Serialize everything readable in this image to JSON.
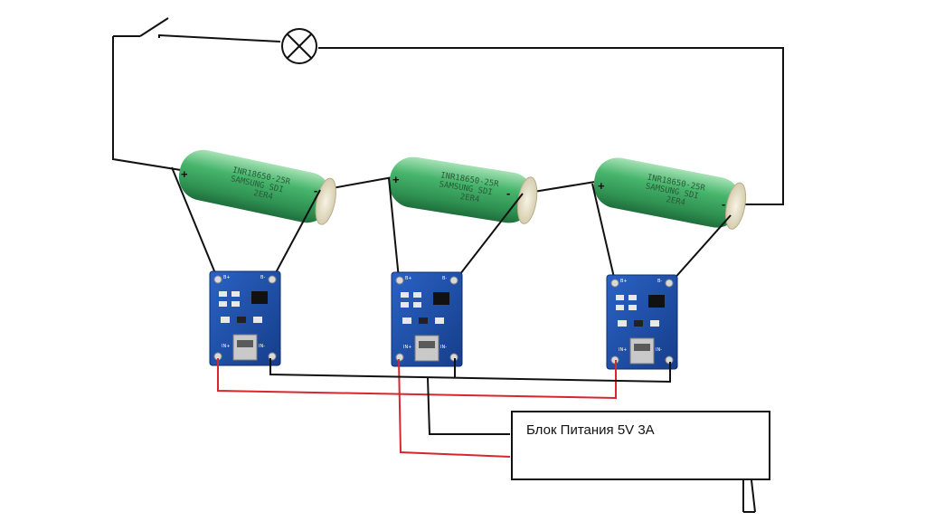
{
  "power_supply": {
    "label": "Блок Питания 5V 3A"
  },
  "batteries": [
    {
      "line1": "INR18650-25R",
      "line2": "SAMSUNG SDI",
      "line3": "2ER4",
      "plus": "+",
      "minus": "-"
    },
    {
      "line1": "INR18650-25R",
      "line2": "SAMSUNG SDI",
      "line3": "2ER4",
      "plus": "+",
      "minus": "-"
    },
    {
      "line1": "INR18650-25R",
      "line2": "SAMSUNG SDI",
      "line3": "2ER4",
      "plus": "+",
      "minus": "-"
    }
  ],
  "boards": [
    {
      "bat_plus": "B+",
      "bat_minus": "B-",
      "in_plus": "IN+",
      "in_minus": "IN-"
    },
    {
      "bat_plus": "B+",
      "bat_minus": "B-",
      "in_plus": "IN+",
      "in_minus": "IN-"
    },
    {
      "bat_plus": "B+",
      "bat_minus": "B-",
      "in_plus": "IN+",
      "in_minus": "IN-"
    }
  ],
  "colors": {
    "wire_black": "#111111",
    "wire_red": "#d8252e",
    "battery_green": "#3fae63",
    "battery_cap": "#e8e2c9",
    "pcb_blue": "#1f4fa8"
  },
  "icons": {
    "lamp": "lamp-cross-icon",
    "switch": "switch-open-icon"
  }
}
